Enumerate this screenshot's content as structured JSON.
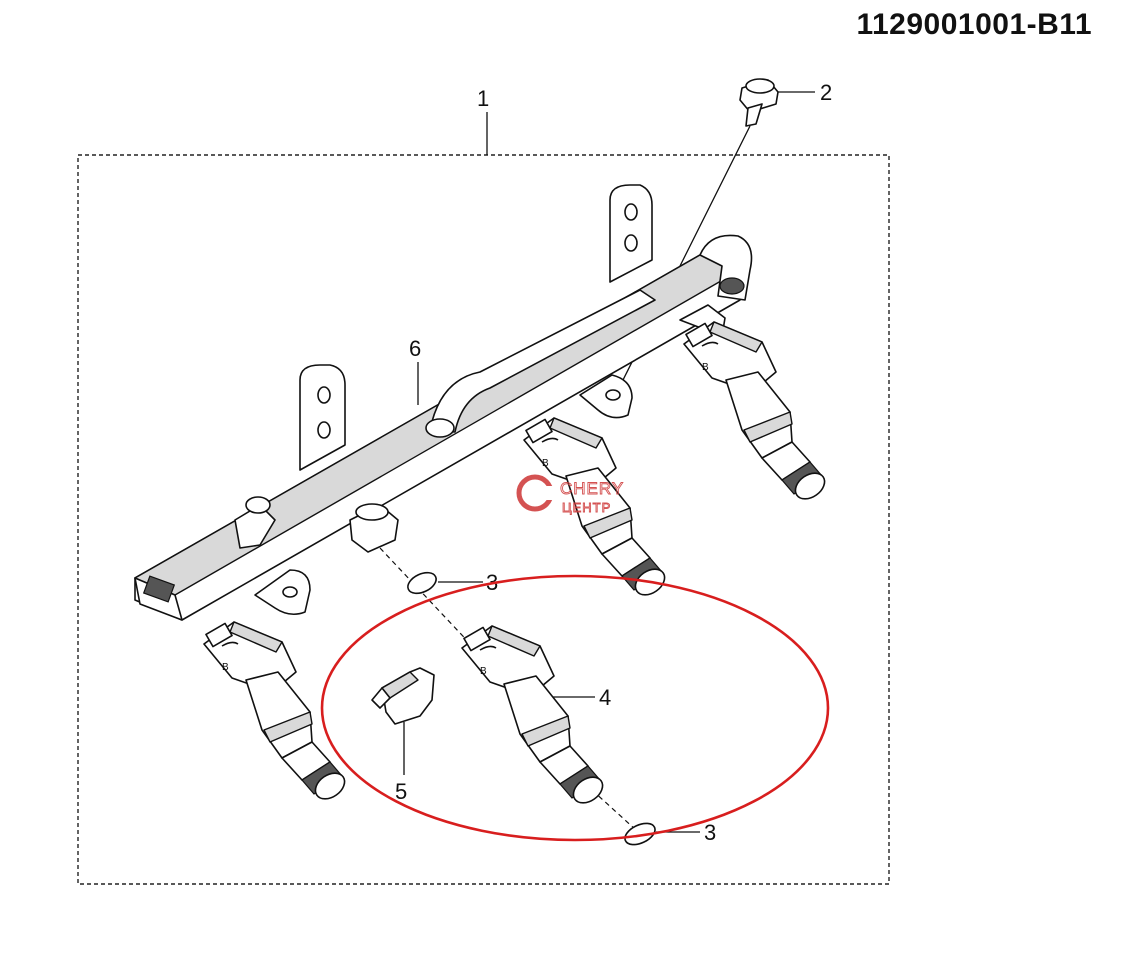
{
  "diagram": {
    "part_number": "1129001001-B11",
    "callouts": {
      "rail_assembly": "1",
      "bolt": "2",
      "o_ring_upper": "3",
      "o_ring_lower": "3",
      "injector": "4",
      "clip": "5",
      "fuel_rail": "6"
    },
    "watermark": {
      "brand": "CHERY",
      "sub": "ЦЕНТР"
    },
    "highlight_color": "#d81e1e",
    "watermark_color": "#d04040"
  }
}
